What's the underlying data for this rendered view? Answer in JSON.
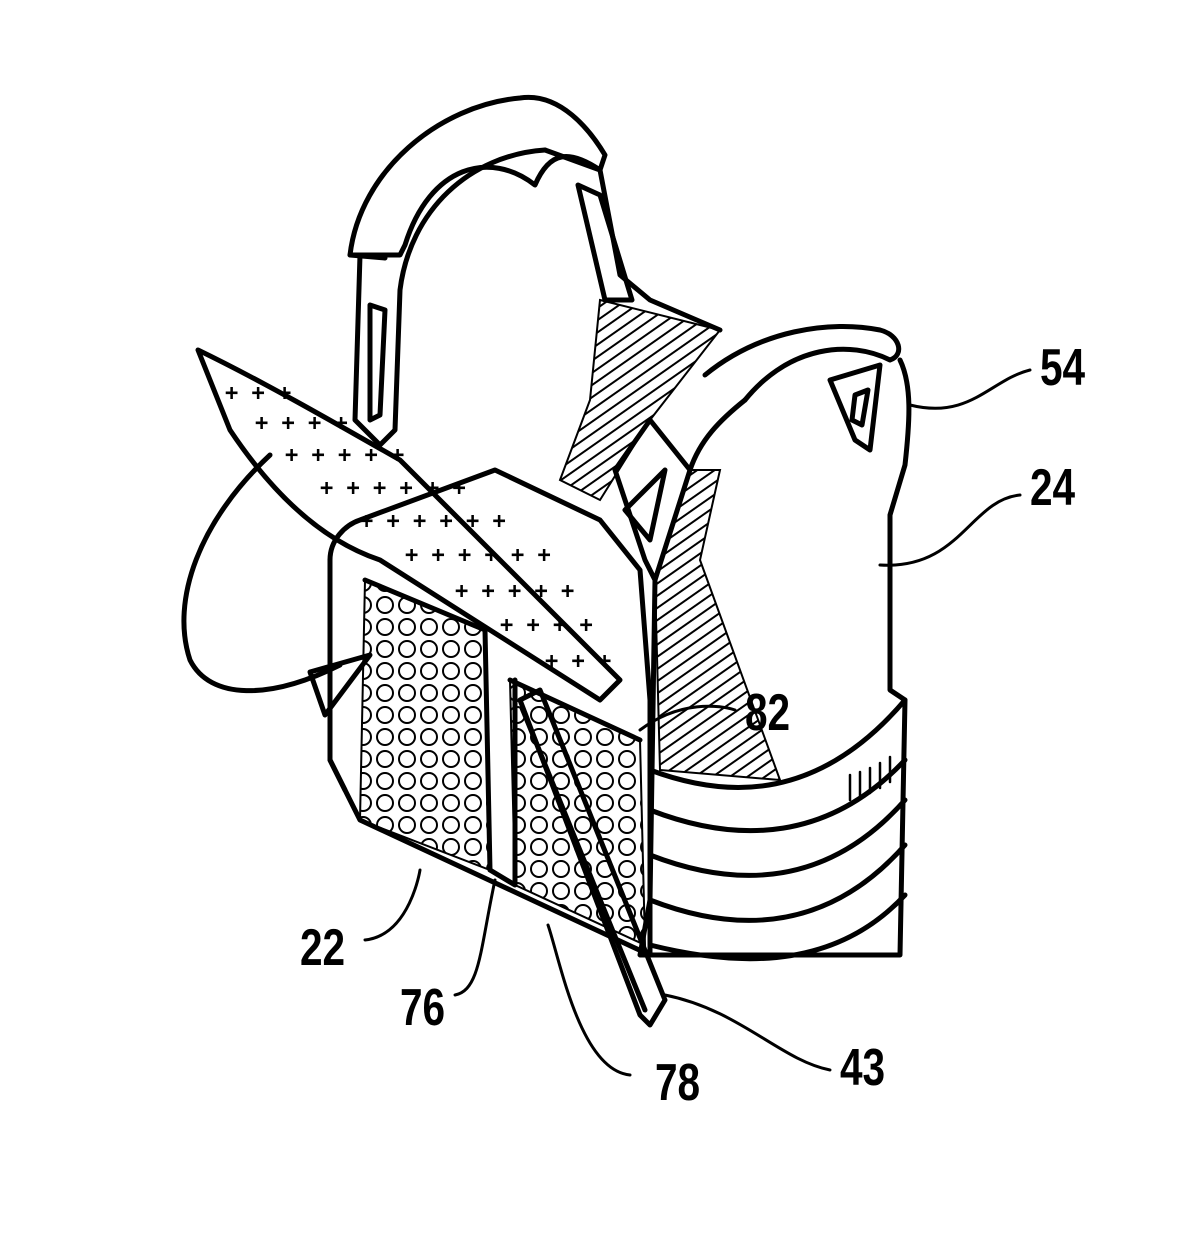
{
  "figure": {
    "labels": [
      {
        "id": "label-54",
        "text": "54"
      },
      {
        "id": "label-24",
        "text": "24"
      },
      {
        "id": "label-82",
        "text": "82"
      },
      {
        "id": "label-22",
        "text": "22"
      },
      {
        "id": "label-76",
        "text": "76"
      },
      {
        "id": "label-78",
        "text": "78"
      },
      {
        "id": "label-43",
        "text": "43"
      }
    ]
  }
}
